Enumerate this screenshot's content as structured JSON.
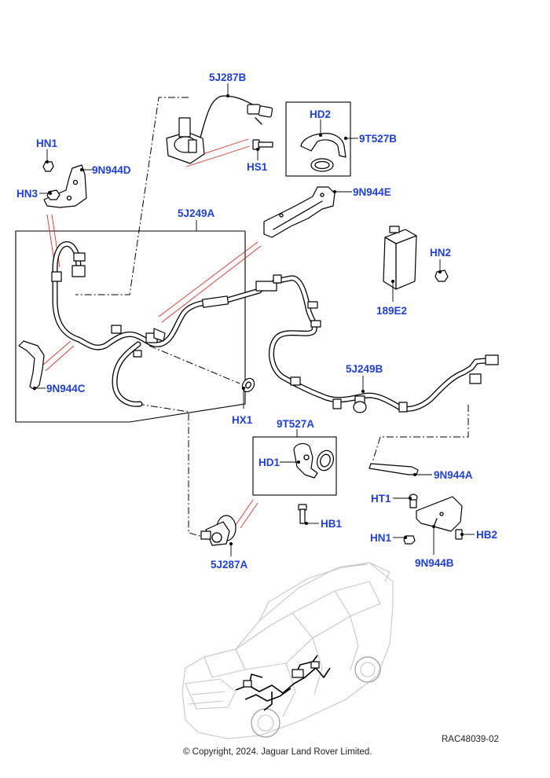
{
  "labels": {
    "p_5J287B": "5J287B",
    "p_HD2": "HD2",
    "p_9T527B": "9T527B",
    "p_HN1_top": "HN1",
    "p_9N944D": "9N944D",
    "p_HS1": "HS1",
    "p_HN3": "HN3",
    "p_9N944E": "9N944E",
    "p_5J249A": "5J249A",
    "p_HN2": "HN2",
    "p_189E2": "189E2",
    "p_9N944C": "9N944C",
    "p_5J249B": "5J249B",
    "p_HX1": "HX1",
    "p_9T527A": "9T527A",
    "p_HD1": "HD1",
    "p_9N944A": "9N944A",
    "p_HT1": "HT1",
    "p_HB1": "HB1",
    "p_HB2": "HB2",
    "p_HN1_bottom": "HN1",
    "p_9N944B": "9N944B",
    "p_5J287A": "5J287A"
  },
  "footer": {
    "ref_code": "RAC48039-02",
    "copyright": "© Copyright, 2024. Jaguar Land Rover Limited."
  },
  "colors": {
    "label": "#1f3fd6",
    "reference_line": "#e0302a",
    "line": "#000000",
    "vehicle": "#c7c7c7"
  }
}
